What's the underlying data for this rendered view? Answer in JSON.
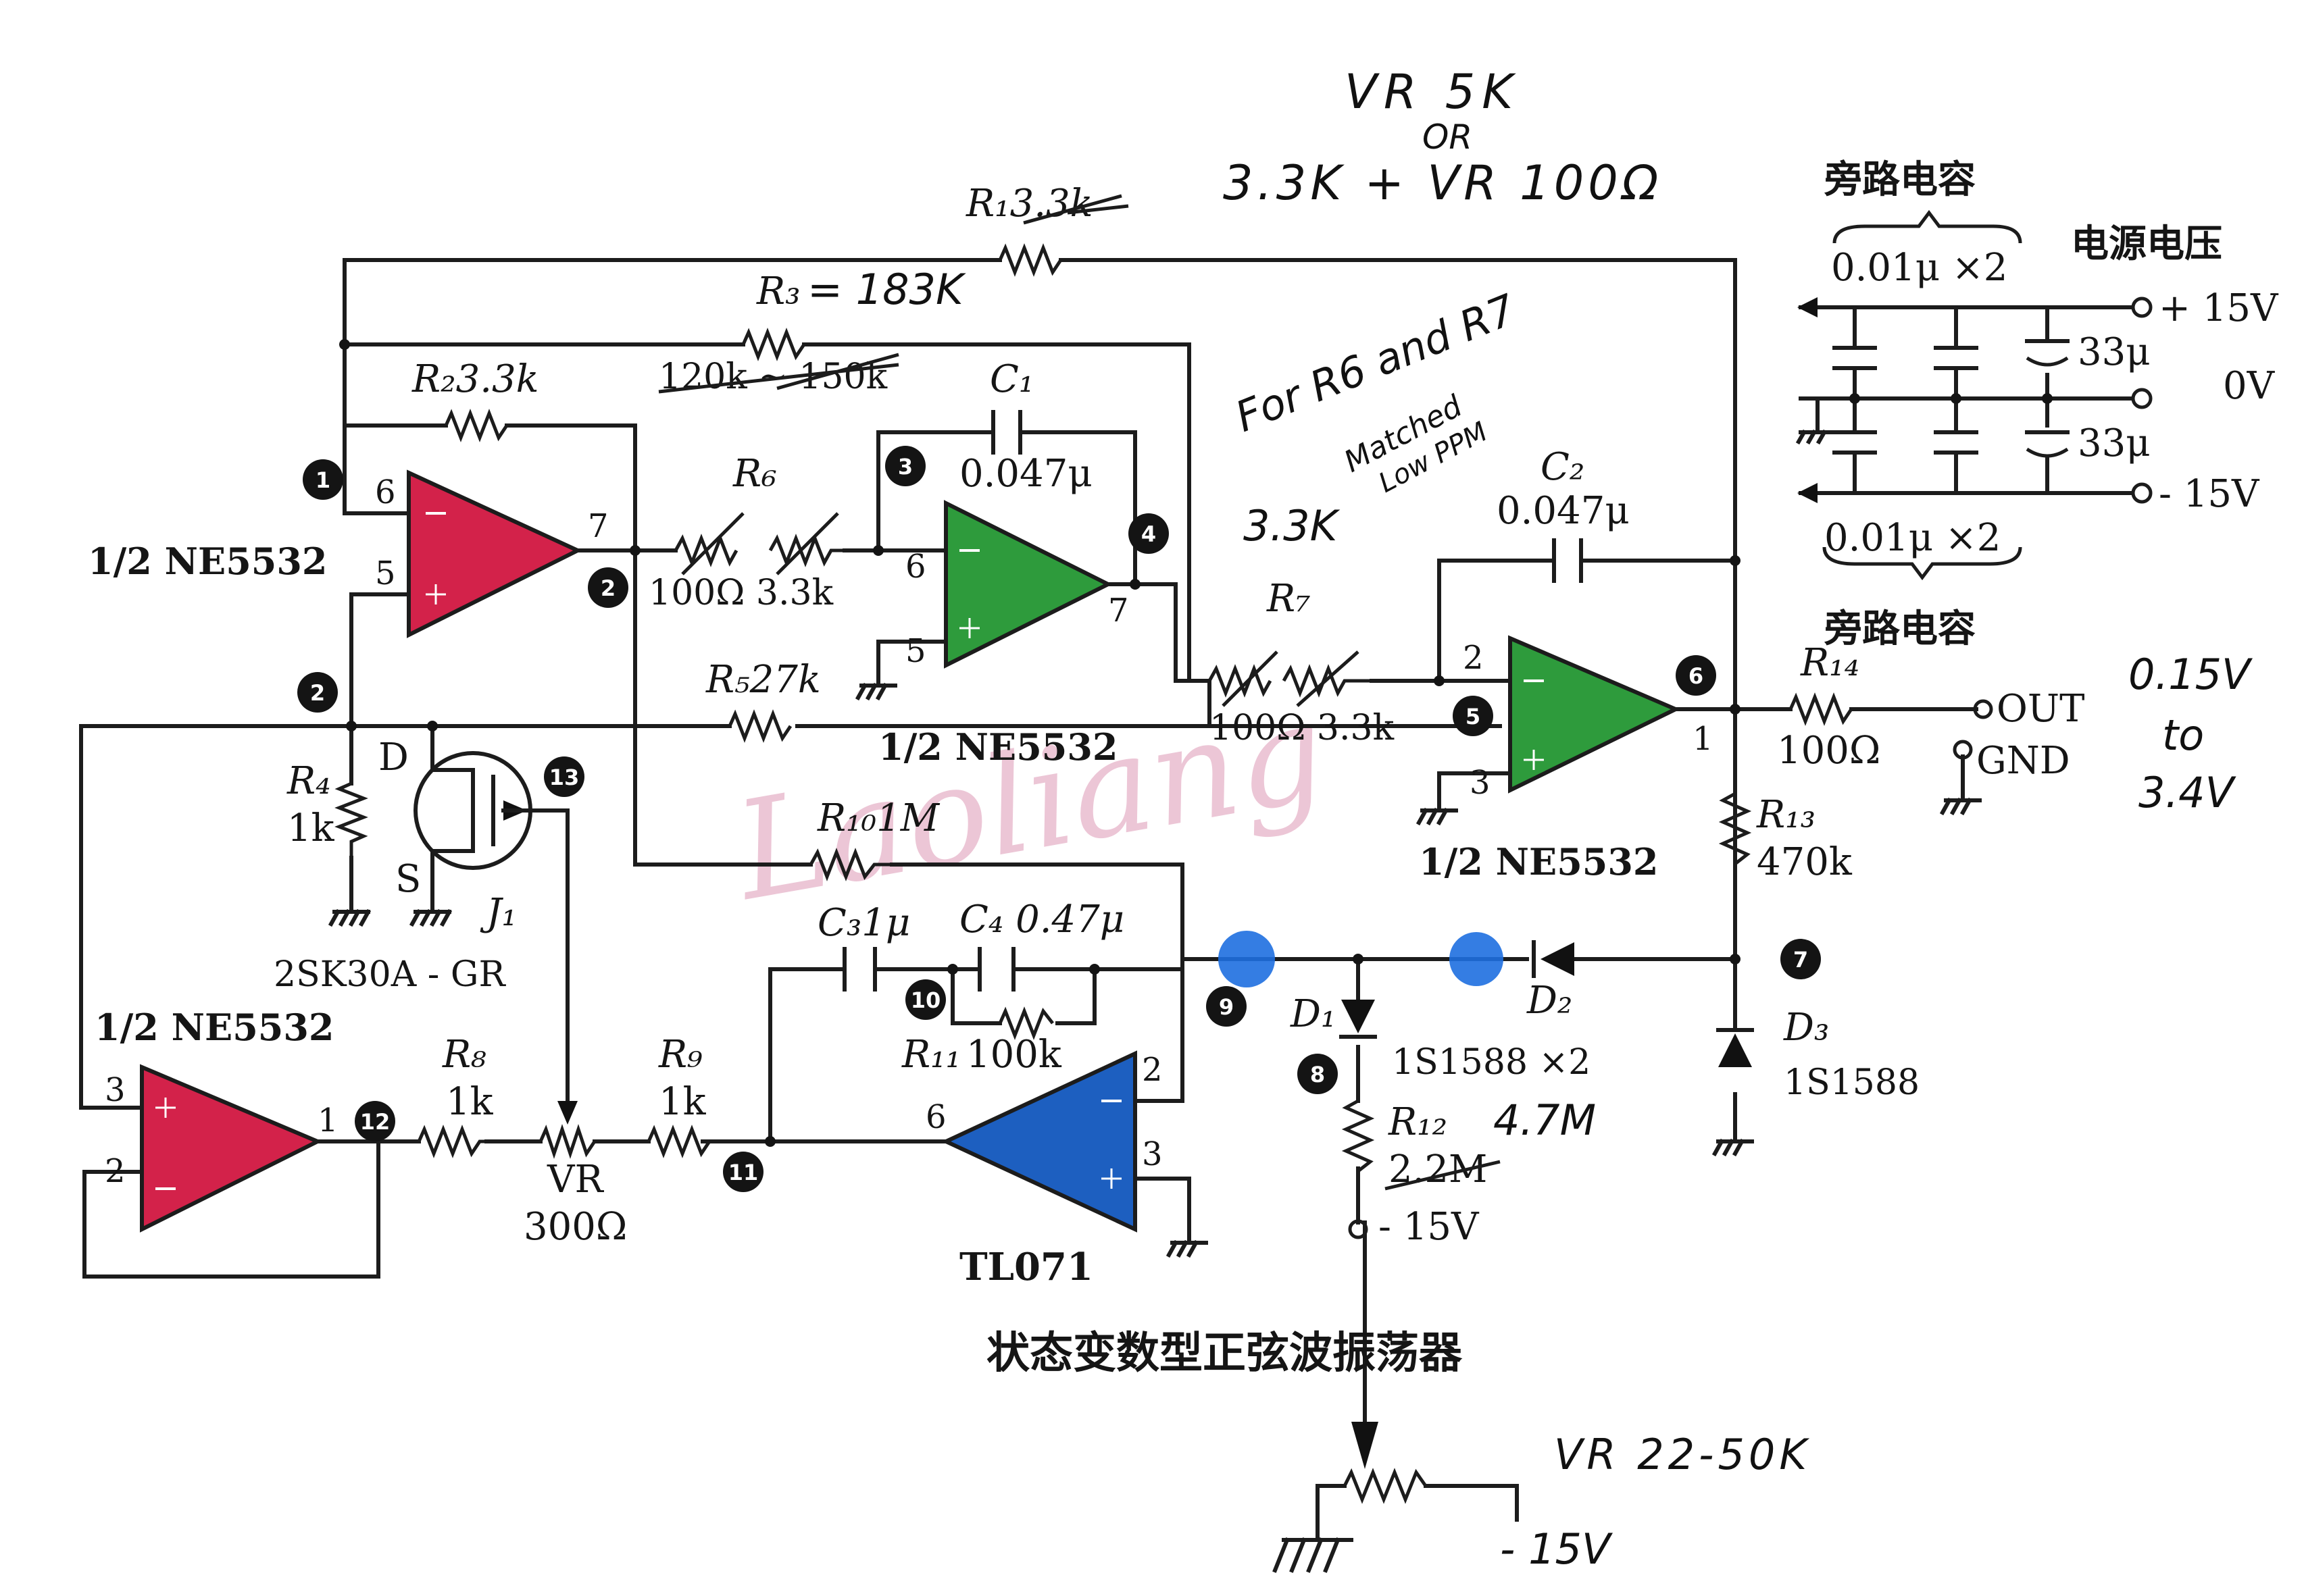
{
  "colors": {
    "opamp_red": "#d3224a",
    "opamp_green": "#2e9b3c",
    "opamp_blue": "#1d5fc0",
    "marker_blue": "#1e6fe0",
    "watermark": "#e8b8cc"
  },
  "handwritten": {
    "vr5k": "VR 5K",
    "or": "OR",
    "alt": "3.3K + VR 100Ω",
    "for_r6_r7": "For R6 and R7",
    "matched": "Matched",
    "low_ppm": "Low PPM",
    "three_three_k": "3.3K",
    "out_range_1": "0.15V",
    "out_range_2": "to",
    "out_range_3": "3.4V",
    "r3_new": "= 183K",
    "r12_new": "4.7M",
    "vr_bottom": "VR 22-50K",
    "neg15_bottom": "- 15V"
  },
  "labels": {
    "r1": "R₁3.3k",
    "r2": "R₂3.3k",
    "r3": "R₃",
    "r3_old": "120k ~ 150k",
    "r4": "R₄",
    "r4_val": "1k",
    "r5": "R₅27k",
    "r6": "R₆",
    "r6_vals": "100Ω 3.3k",
    "r7": "R₇",
    "r7_vals": "100Ω 3.3k",
    "r8": "R₈",
    "r8_val": "1k",
    "r9": "R₉",
    "r9_val": "1k",
    "r10": "R₁₀1M",
    "r11": "R₁₁",
    "r11_val": "100k",
    "r12": "R₁₂",
    "r12_old": "2.2M",
    "r13": "R₁₃",
    "r13_val": "470k",
    "r14": "R₁₄",
    "r14_val": "100Ω",
    "c1": "C₁",
    "c1_val": "0.047μ",
    "c2": "C₂",
    "c2_val": "0.047μ",
    "c3": "C₃1μ",
    "c4": "C₄ 0.47μ",
    "ne_top": "1/2 NE5532",
    "ne_mid": "1/2 NE5532",
    "ne_right": "1/2 NE5532",
    "ne_bottom": "1/2 NE5532",
    "tl071": "TL071",
    "vr": "VR",
    "vr_val": "300Ω",
    "jfet": "2SK30A - GR",
    "j1": "J₁",
    "d": "D",
    "s": "S",
    "d1": "D₁",
    "d2": "D₂",
    "d3": "D₃",
    "diode_d1": "1S1588 ×2",
    "diode_d3": "1S1588",
    "minus15": "- 15V",
    "out": "OUT",
    "gnd": "GND",
    "bypass_top": "旁路电容",
    "bypass_bottom": "旁路电容",
    "supply_title": "电源电压",
    "cap_top": "0.01μ ×2",
    "cap_bottom": "0.01μ ×2",
    "plus15": "+ 15V",
    "zero_v": "0V",
    "minus15_supply": "- 15V",
    "cap33_a": "33μ",
    "cap33_b": "33μ",
    "title": "状态变数型正弦波振荡器",
    "watermark": "Laoliang",
    "pins": {
      "u1_6": "6",
      "u1_5": "5",
      "u1_7": "7",
      "u2_6": "6",
      "u2_5": "5",
      "u2_7": "7",
      "u3_2": "2",
      "u3_3": "3",
      "u3_1": "1",
      "u4_3": "3",
      "u4_2": "2",
      "u4_1": "1",
      "tl_2": "2",
      "tl_3": "3",
      "tl_6": "6"
    },
    "nodes": [
      "1",
      "2",
      "3",
      "4",
      "5",
      "6",
      "7",
      "8",
      "9",
      "10",
      "11",
      "12",
      "13"
    ]
  }
}
